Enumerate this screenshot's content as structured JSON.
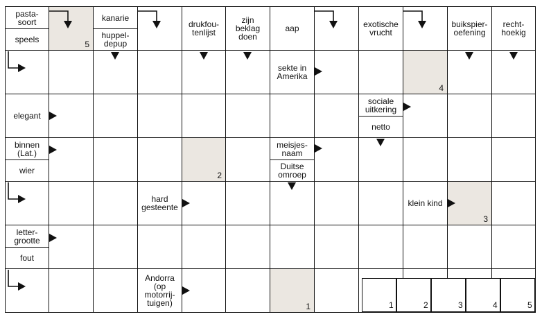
{
  "puzzle": {
    "cols": 12,
    "rows": 7,
    "clue_cells": [
      {
        "r": 0,
        "c": 0,
        "clues": [
          "pasta-\nsoort",
          "speels"
        ]
      },
      {
        "r": 0,
        "c": 2,
        "clues": [
          "kanarie",
          "huppel-\ndepup"
        ]
      },
      {
        "r": 0,
        "c": 4,
        "clues": [
          "drukfou-\ntenlijst"
        ]
      },
      {
        "r": 0,
        "c": 5,
        "clues": [
          "zijn\nbeklag\ndoen"
        ]
      },
      {
        "r": 0,
        "c": 6,
        "clues": [
          "aap"
        ]
      },
      {
        "r": 0,
        "c": 8,
        "clues": [
          "exotische\nvrucht"
        ]
      },
      {
        "r": 0,
        "c": 10,
        "clues": [
          "buikspier-\noefening"
        ]
      },
      {
        "r": 0,
        "c": 11,
        "clues": [
          "recht-\nhoekig"
        ]
      },
      {
        "r": 1,
        "c": 6,
        "clues": [
          "sekte in\nAmerika"
        ]
      },
      {
        "r": 2,
        "c": 0,
        "clues": [
          "elegant"
        ]
      },
      {
        "r": 2,
        "c": 8,
        "clues": [
          "sociale\nuitkering",
          "netto"
        ]
      },
      {
        "r": 3,
        "c": 0,
        "clues": [
          "binnen\n(Lat.)",
          "wier"
        ]
      },
      {
        "r": 3,
        "c": 6,
        "clues": [
          "meisjes-\nnaam",
          "Duitse\nomroep"
        ]
      },
      {
        "r": 4,
        "c": 3,
        "clues": [
          "hard\ngesteente"
        ]
      },
      {
        "r": 4,
        "c": 9,
        "clues": [
          "klein kind"
        ]
      },
      {
        "r": 5,
        "c": 0,
        "clues": [
          "letter-\ngrootte",
          "fout"
        ]
      },
      {
        "r": 6,
        "c": 3,
        "clues": [
          "Andorra\n(op\nmotorrij-\ntuigen)"
        ]
      }
    ],
    "shaded_cells": [
      {
        "r": 0,
        "c": 1,
        "number": "5"
      },
      {
        "r": 1,
        "c": 9,
        "number": "4"
      },
      {
        "r": 3,
        "c": 4,
        "number": "2"
      },
      {
        "r": 4,
        "c": 10,
        "number": "3"
      },
      {
        "r": 6,
        "c": 6,
        "number": "1"
      }
    ]
  },
  "solution": {
    "numbers": [
      "1",
      "2",
      "3",
      "4",
      "5"
    ]
  }
}
